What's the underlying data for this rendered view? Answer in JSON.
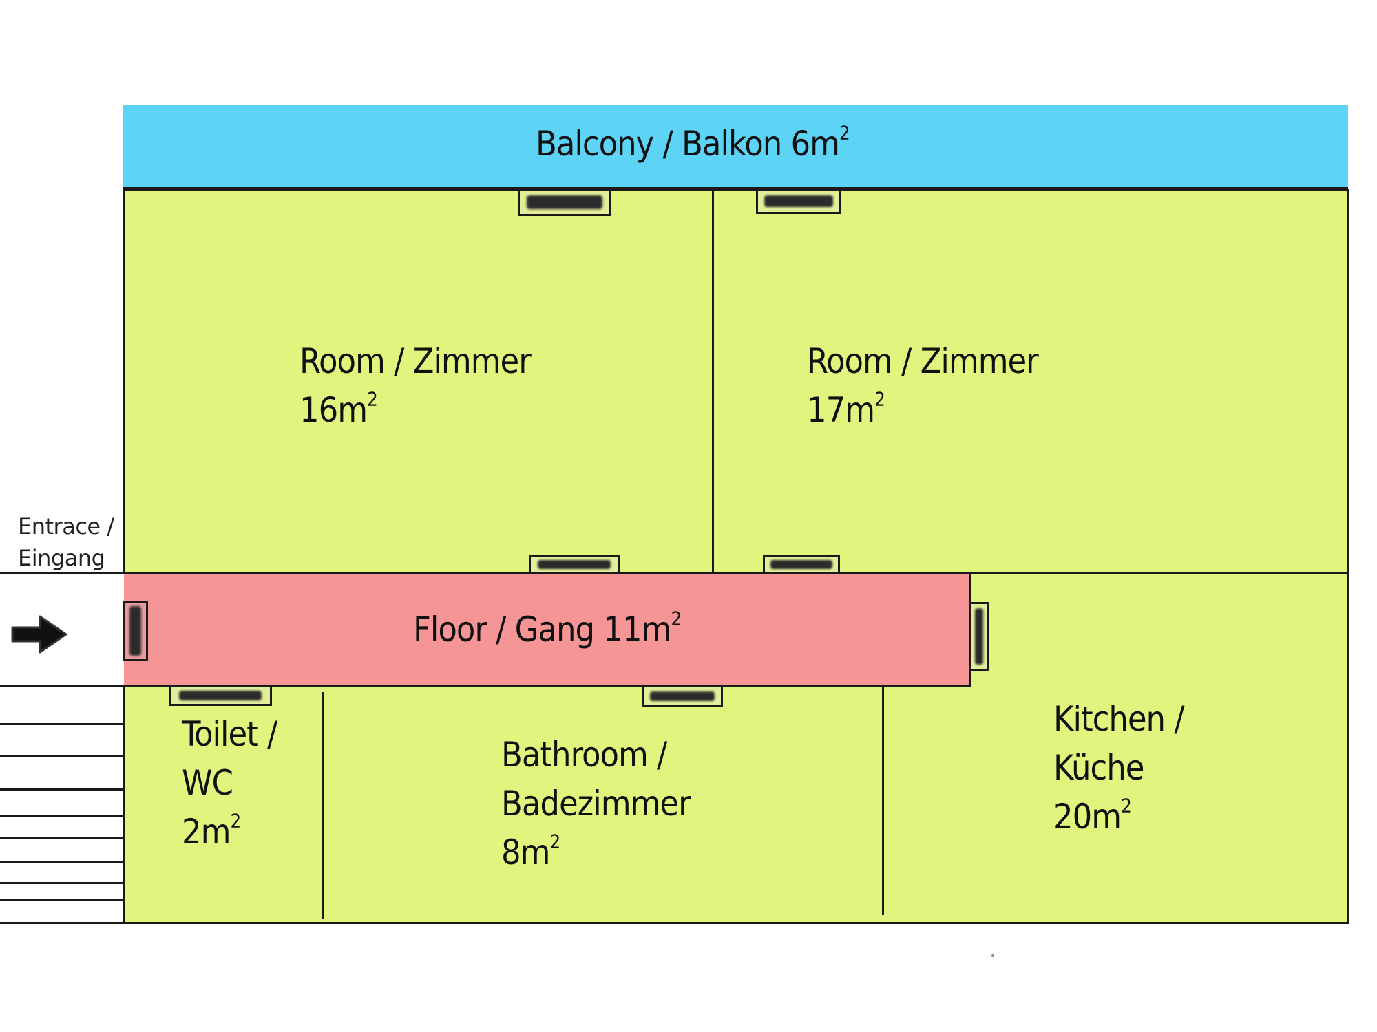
{
  "floorplan": {
    "colors": {
      "room": "#e0f57e",
      "balcony": "#5dd3f5",
      "corridor": "#f59596",
      "wall": "#1a1a1a"
    },
    "entrance": {
      "label_line1": "Entrace /",
      "label_line2": "Eingang",
      "icon": "arrow-right-icon"
    },
    "rooms": {
      "balcony": {
        "name": "Balcony / Balkon",
        "area": "6m",
        "unit_exp": "2"
      },
      "room1": {
        "name": "Room / Zimmer",
        "area": "16m",
        "unit_exp": "2"
      },
      "room2": {
        "name": "Room / Zimmer",
        "area": "17m",
        "unit_exp": "2"
      },
      "corridor": {
        "name": "Floor / Gang",
        "area": "11m",
        "unit_exp": "2"
      },
      "toilet": {
        "name_line1": "Toilet /",
        "name_line2": "WC",
        "area": "2m",
        "unit_exp": "2"
      },
      "bathroom": {
        "name_line1": "Bathroom /",
        "name_line2": "Badezimmer",
        "area": "8m",
        "unit_exp": "2"
      },
      "kitchen": {
        "name_line1": "Kitchen /",
        "name_line2": "Küche",
        "area": "20m",
        "unit_exp": "2"
      }
    }
  }
}
